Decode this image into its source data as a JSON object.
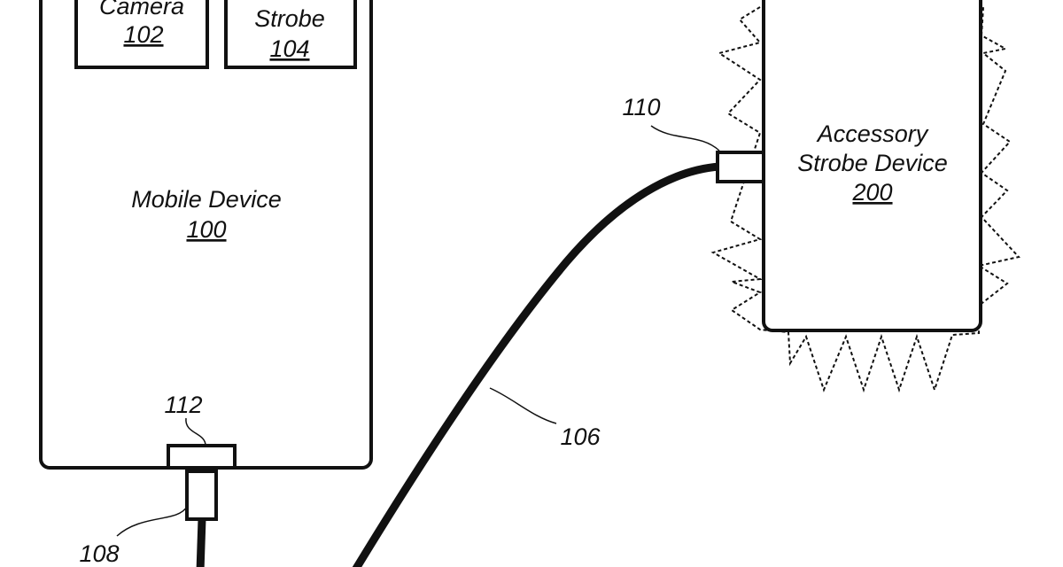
{
  "colors": {
    "line": "#111111",
    "background": "#ffffff"
  },
  "mobile_device": {
    "name": "Mobile Device",
    "ref": "100"
  },
  "camera": {
    "name": "Camera",
    "ref": "102"
  },
  "strobe": {
    "name": "Strobe",
    "ref": "104"
  },
  "accessory": {
    "name_line1": "Accessory",
    "name_line2": "Strobe Device",
    "ref": "200"
  },
  "callouts": {
    "cable": "106",
    "plug": "108",
    "accessory_connector": "110",
    "device_connector": "112"
  }
}
